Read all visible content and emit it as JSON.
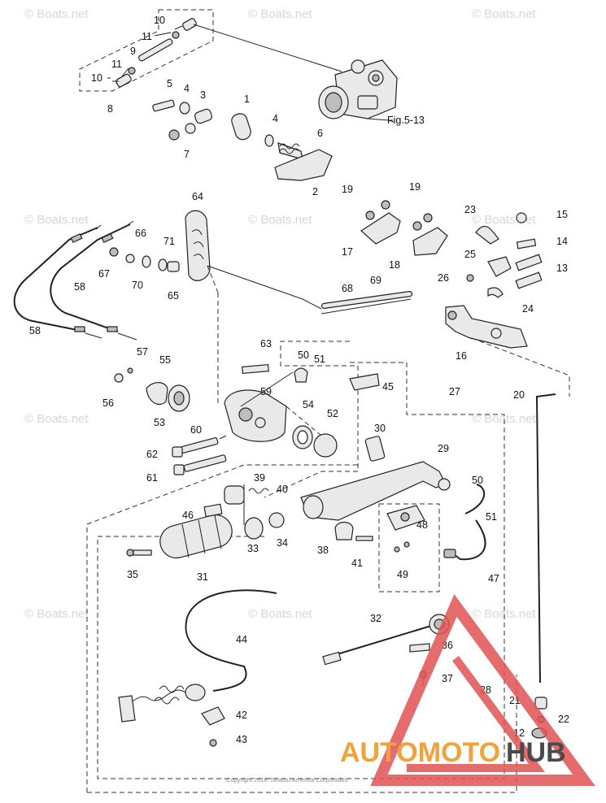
{
  "reference": "Fig.5-13",
  "copyright": "Copyright 2018 Tohatsu America Corporation",
  "watermark": "© Boats.net",
  "brand": {
    "part1": "AUTOMOTO",
    "part2": "HUB"
  },
  "colors": {
    "logo_red": "#e05252",
    "logo_orange": "#f0a23c",
    "logo_gray": "#4a4a4a",
    "watermark": "#d6d6d6"
  },
  "callouts": [
    "1",
    "2",
    "3",
    "4",
    "4",
    "5",
    "6",
    "7",
    "8",
    "9",
    "10",
    "10",
    "11",
    "11",
    "12",
    "13",
    "14",
    "15",
    "16",
    "17",
    "18",
    "19",
    "19",
    "20",
    "21",
    "22",
    "23",
    "24",
    "25",
    "26",
    "27",
    "28",
    "29",
    "30",
    "31",
    "32",
    "33",
    "34",
    "35",
    "36",
    "37",
    "38",
    "39",
    "40",
    "41",
    "42",
    "43",
    "44",
    "45",
    "46",
    "47",
    "48",
    "49",
    "50",
    "50",
    "51",
    "51",
    "52",
    "53",
    "54",
    "55",
    "56",
    "57",
    "58",
    "58",
    "59",
    "60",
    "61",
    "62",
    "63",
    "64",
    "65",
    "66",
    "67",
    "68",
    "69",
    "70",
    "71"
  ]
}
